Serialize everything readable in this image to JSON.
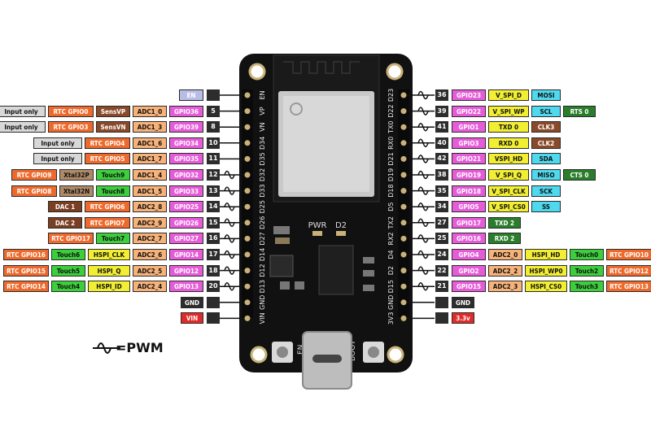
{
  "colors": {
    "input": "#d8d8d8",
    "rtc": "#ee6a2c",
    "sens": "#8a4a2a",
    "adc": "#f7b27a",
    "gpio": "#e65cd8",
    "touch": "#3ccf3c",
    "xtal": "#b08a68",
    "dac": "#7a3f22",
    "hspi": "#f2ef33",
    "vspi": "#f2ef33",
    "spi": "#4fd9ee",
    "uart": "#2a7d2a",
    "clk": "#8a4a2a",
    "power": "#e02b2b",
    "en": "#b9bde6",
    "gnd": "#2d2d2d",
    "board": "#111111"
  },
  "board": {
    "silk_pwr": "PWR",
    "silk_d2": "D2",
    "silk_en": "EN",
    "silk_boot": "BOOT",
    "left_silk": [
      "EN",
      "VP",
      "VN",
      "D34",
      "D35",
      "D32",
      "D33",
      "D25",
      "D26",
      "D27",
      "D14",
      "D12",
      "D13",
      "GND",
      "VIN"
    ],
    "right_silk": [
      "D23",
      "D22",
      "TX0",
      "RX0",
      "D21",
      "D19",
      "D18",
      "D5",
      "TX2",
      "RX2",
      "D4",
      "D2",
      "D15",
      "GND",
      "3V3"
    ]
  },
  "legend": {
    "text": "=PWM",
    "icon": "pwm-wave-icon"
  },
  "left_rows": [
    {
      "pin": "",
      "pwm": false,
      "labels": [
        [
          "en",
          "EN"
        ]
      ]
    },
    {
      "pin": "5",
      "pwm": false,
      "labels": [
        [
          "input",
          "Input only"
        ],
        [
          "rtc",
          "RTC GPIO0"
        ],
        [
          "sens",
          "SensVP"
        ],
        [
          "adc",
          "ADC1_0"
        ],
        [
          "gpio",
          "GPIO36"
        ]
      ]
    },
    {
      "pin": "8",
      "pwm": false,
      "labels": [
        [
          "input",
          "Input only"
        ],
        [
          "rtc",
          "RTC GPIO3"
        ],
        [
          "sens",
          "SensVN"
        ],
        [
          "adc",
          "ADC1_3"
        ],
        [
          "gpio",
          "GPIO39"
        ]
      ]
    },
    {
      "pin": "10",
      "pwm": false,
      "labels": [
        [
          "input",
          "Input only"
        ],
        [
          "rtc",
          "RTC GPIO4"
        ],
        [
          "adc",
          "ADC1_6"
        ],
        [
          "gpio",
          "GPIO34"
        ]
      ]
    },
    {
      "pin": "11",
      "pwm": false,
      "labels": [
        [
          "input",
          "Input only"
        ],
        [
          "rtc",
          "RTC GPIO5"
        ],
        [
          "adc",
          "ADC1_7"
        ],
        [
          "gpio",
          "GPIO35"
        ]
      ]
    },
    {
      "pin": "12",
      "pwm": true,
      "labels": [
        [
          "rtc",
          "RTC GPIO9"
        ],
        [
          "xtal",
          "Xtal32P"
        ],
        [
          "touch",
          "Touch9"
        ],
        [
          "adc",
          "ADC1_4"
        ],
        [
          "gpio",
          "GPIO32"
        ]
      ]
    },
    {
      "pin": "13",
      "pwm": true,
      "labels": [
        [
          "rtc",
          "RTC GPIO8"
        ],
        [
          "xtal",
          "Xtal32N"
        ],
        [
          "touch",
          "Touch8"
        ],
        [
          "adc",
          "ADC1_5"
        ],
        [
          "gpio",
          "GPIO33"
        ]
      ]
    },
    {
      "pin": "14",
      "pwm": true,
      "labels": [
        [
          "dac",
          "DAC 1"
        ],
        [
          "rtc",
          "RTC GPIO6"
        ],
        [
          "adc",
          "ADC2_8"
        ],
        [
          "gpio",
          "GPIO25"
        ]
      ]
    },
    {
      "pin": "15",
      "pwm": true,
      "labels": [
        [
          "dac",
          "DAC 2"
        ],
        [
          "rtc",
          "RTC GPIO7"
        ],
        [
          "adc",
          "ADC2_9"
        ],
        [
          "gpio",
          "GPIO26"
        ]
      ]
    },
    {
      "pin": "16",
      "pwm": true,
      "labels": [
        [
          "rtc",
          "RTC GPIO17"
        ],
        [
          "touch",
          "Touch7"
        ],
        [
          "adc",
          "ADC2_7"
        ],
        [
          "gpio",
          "GPIO27"
        ]
      ]
    },
    {
      "pin": "17",
      "pwm": true,
      "labels": [
        [
          "rtc",
          "RTC GPIO16"
        ],
        [
          "touch",
          "Touch6"
        ],
        [
          "hspi",
          "HSPI_CLK"
        ],
        [
          "adc",
          "ADC2_6"
        ],
        [
          "gpio",
          "GPIO14"
        ]
      ]
    },
    {
      "pin": "18",
      "pwm": true,
      "labels": [
        [
          "rtc",
          "RTC GPIO15"
        ],
        [
          "touch",
          "Touch5"
        ],
        [
          "hspi",
          "HSPI_Q"
        ],
        [
          "adc",
          "ADC2_5"
        ],
        [
          "gpio",
          "GPIO12"
        ]
      ]
    },
    {
      "pin": "20",
      "pwm": true,
      "labels": [
        [
          "rtc",
          "RTC GPIO14"
        ],
        [
          "touch",
          "Touch4"
        ],
        [
          "hspi",
          "HSPI_ID"
        ],
        [
          "adc",
          "ADC2_4"
        ],
        [
          "gpio",
          "GPIO13"
        ]
      ]
    },
    {
      "pin": "",
      "pwm": false,
      "labels": [
        [
          "gnd",
          "GND"
        ]
      ]
    },
    {
      "pin": "",
      "pwm": false,
      "labels": [
        [
          "power",
          "VIN"
        ]
      ]
    }
  ],
  "right_rows": [
    {
      "pin": "36",
      "pwm": true,
      "labels": [
        [
          "gpio",
          "GPIO23"
        ],
        [
          "vspi",
          "V_SPI_D"
        ],
        [
          "spi",
          "MOSI"
        ]
      ]
    },
    {
      "pin": "39",
      "pwm": true,
      "labels": [
        [
          "gpio",
          "GPIO22"
        ],
        [
          "vspi",
          "V_SPI_WP"
        ],
        [
          "spi",
          "SCL"
        ],
        [
          "uart",
          "RTS 0"
        ]
      ]
    },
    {
      "pin": "41",
      "pwm": true,
      "labels": [
        [
          "gpio",
          "GPIO1"
        ],
        [
          "vspi",
          "TXD 0"
        ],
        [
          "clk",
          "CLK3"
        ]
      ]
    },
    {
      "pin": "40",
      "pwm": true,
      "labels": [
        [
          "gpio",
          "GPIO3"
        ],
        [
          "vspi",
          "RXD 0"
        ],
        [
          "clk",
          "CLK2"
        ]
      ]
    },
    {
      "pin": "42",
      "pwm": true,
      "labels": [
        [
          "gpio",
          "GPIO21"
        ],
        [
          "vspi",
          "VSPI_HD"
        ],
        [
          "spi",
          "SDA"
        ]
      ]
    },
    {
      "pin": "38",
      "pwm": true,
      "labels": [
        [
          "gpio",
          "GPIO19"
        ],
        [
          "vspi",
          "V_SPI_Q"
        ],
        [
          "spi",
          "MISO"
        ],
        [
          "uart",
          "CTS 0"
        ]
      ]
    },
    {
      "pin": "35",
      "pwm": true,
      "labels": [
        [
          "gpio",
          "GPIO18"
        ],
        [
          "vspi",
          "V_SPI_CLK"
        ],
        [
          "spi",
          "SCK"
        ]
      ]
    },
    {
      "pin": "34",
      "pwm": true,
      "labels": [
        [
          "gpio",
          "GPIO5"
        ],
        [
          "vspi",
          "V_SPI_CS0"
        ],
        [
          "spi",
          "SS"
        ]
      ]
    },
    {
      "pin": "27",
      "pwm": true,
      "labels": [
        [
          "gpio",
          "GPIO17"
        ],
        [
          "uart",
          "TXD 2"
        ]
      ]
    },
    {
      "pin": "25",
      "pwm": true,
      "labels": [
        [
          "gpio",
          "GPIO16"
        ],
        [
          "uart",
          "RXD 2"
        ]
      ]
    },
    {
      "pin": "24",
      "pwm": true,
      "labels": [
        [
          "gpio",
          "GPIO4"
        ],
        [
          "adc",
          "ADC2_0"
        ],
        [
          "hspi",
          "HSPI_HD"
        ],
        [
          "touch",
          "Touch0"
        ],
        [
          "rtc",
          "RTC GPIO10"
        ]
      ]
    },
    {
      "pin": "22",
      "pwm": true,
      "labels": [
        [
          "gpio",
          "GPIO2"
        ],
        [
          "adc",
          "ADC2_2"
        ],
        [
          "hspi",
          "HSPI_WP0"
        ],
        [
          "touch",
          "Touch2"
        ],
        [
          "rtc",
          "RTC GPIO12"
        ]
      ]
    },
    {
      "pin": "21",
      "pwm": true,
      "labels": [
        [
          "gpio",
          "GPIO15"
        ],
        [
          "adc",
          "ADC2_3"
        ],
        [
          "hspi",
          "HSPI_CS0"
        ],
        [
          "touch",
          "Touch3"
        ],
        [
          "rtc",
          "RTC GPIO13"
        ]
      ]
    },
    {
      "pin": "",
      "pwm": false,
      "labels": [
        [
          "gnd",
          "GND"
        ]
      ]
    },
    {
      "pin": "",
      "pwm": false,
      "labels": [
        [
          "power",
          "3.3v"
        ]
      ]
    }
  ]
}
